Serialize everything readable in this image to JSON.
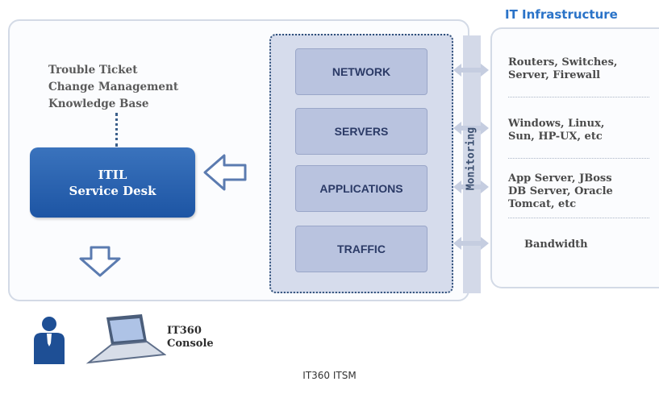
{
  "trouble_ticket_items": [
    "Trouble Ticket",
    "Change Management",
    "Knowledge Base"
  ],
  "itil_box": {
    "line1": "ITIL",
    "line2": "Service Desk"
  },
  "service_boxes": [
    "NETWORK",
    "SERVERS",
    "APPLICATIONS",
    "TRAFFIC"
  ],
  "monitoring_label": "Monitoring",
  "infrastructure": {
    "title": "IT Infrastructure",
    "entries": [
      [
        "Routers, Switches,",
        "Server, Firewall"
      ],
      [
        "Windows, Linux,",
        "Sun, HP-UX, etc"
      ],
      [
        "App Server, JBoss",
        "DB Server, Oracle",
        "Tomcat, etc"
      ],
      [
        "Bandwidth"
      ]
    ]
  },
  "console": {
    "line1": "IT360",
    "line2": "Console"
  },
  "caption": "IT360 ITSM",
  "colors": {
    "itil_blue": "#1d55a4",
    "service_box": "#b9c3df",
    "infra_title": "#2a73c8",
    "panel_border": "#d3dae6"
  },
  "icons": [
    "left-arrow-icon",
    "down-arrow-icon",
    "person-icon",
    "laptop-icon",
    "double-arrow-icon"
  ]
}
